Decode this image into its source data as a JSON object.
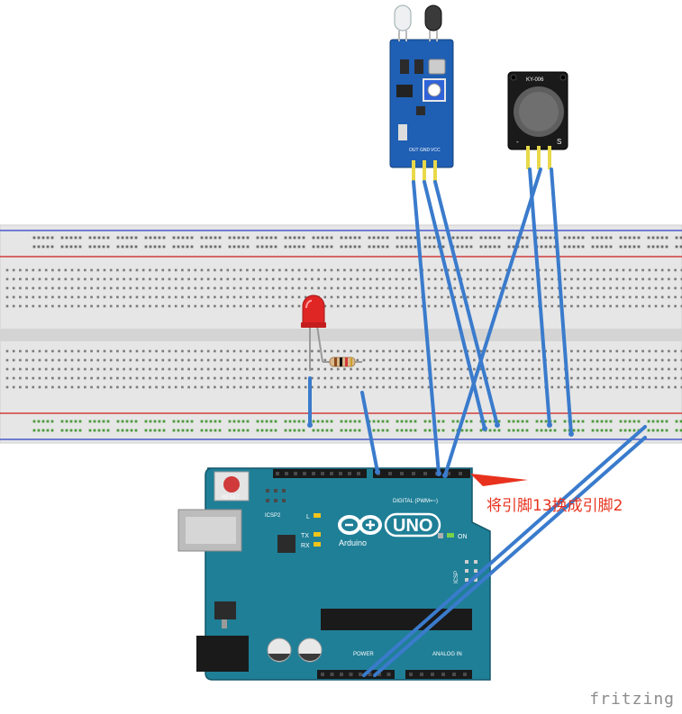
{
  "annotation": {
    "text": "将引脚13换成引脚2",
    "arrow_color": "#e8321e"
  },
  "watermark": "fritzing",
  "arduino": {
    "brand_text": "Arduino",
    "model_text": "UNO",
    "reset_label": "RESET",
    "icsp2_label": "ICSP2",
    "icsp_label": "ICSP",
    "digital_label": "DIGITAL (PWM=~)",
    "analog_label": "ANALOG IN",
    "power_label": "POWER",
    "led_l": "L",
    "led_tx": "TX",
    "led_rx": "RX",
    "on_label": "ON",
    "board_color": "#1f7f97"
  },
  "ir_sensor": {
    "pin_labels": [
      "OUT",
      "GND",
      "VCC"
    ],
    "board_color": "#1f5fb4"
  },
  "sound_module": {
    "model_text": "KY-006",
    "pin_labels": [
      "-",
      "S"
    ]
  },
  "colors": {
    "wire": "#3a7bcc",
    "wire_stroke": "#2a5f9e",
    "breadboard": "#e6e6e6",
    "rail_red": "#d23b3b",
    "rail_blue": "#4a59c8",
    "led": "#e02525",
    "pin_tip": "#e9d94a"
  },
  "icons": [
    "led-icon",
    "resistor-icon",
    "arduino-logo-icon",
    "ir-sensor-icon",
    "buzzer-icon"
  ]
}
